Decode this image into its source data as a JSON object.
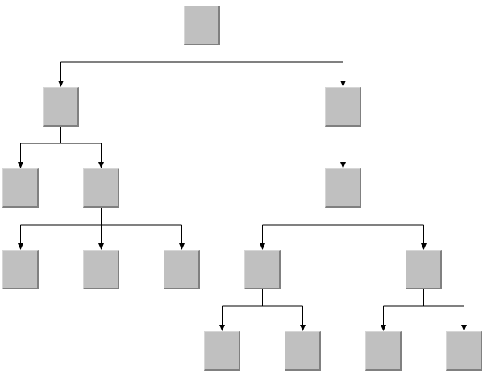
{
  "diagram": {
    "type": "hierarchy-tree",
    "node_color": "#c0c0c0",
    "connector_color": "#000000",
    "background_color": "#ffffff",
    "nodes": [
      {
        "id": "n0"
      },
      {
        "id": "n1",
        "parent": "n0"
      },
      {
        "id": "n2",
        "parent": "n0"
      },
      {
        "id": "n3",
        "parent": "n1"
      },
      {
        "id": "n4",
        "parent": "n1"
      },
      {
        "id": "n5",
        "parent": "n2"
      },
      {
        "id": "n6",
        "parent": "n4"
      },
      {
        "id": "n7",
        "parent": "n4"
      },
      {
        "id": "n8",
        "parent": "n4"
      },
      {
        "id": "n9",
        "parent": "n5"
      },
      {
        "id": "n10",
        "parent": "n5"
      },
      {
        "id": "n11",
        "parent": "n9"
      },
      {
        "id": "n12",
        "parent": "n9"
      },
      {
        "id": "n13",
        "parent": "n10"
      },
      {
        "id": "n14",
        "parent": "n10"
      }
    ]
  }
}
